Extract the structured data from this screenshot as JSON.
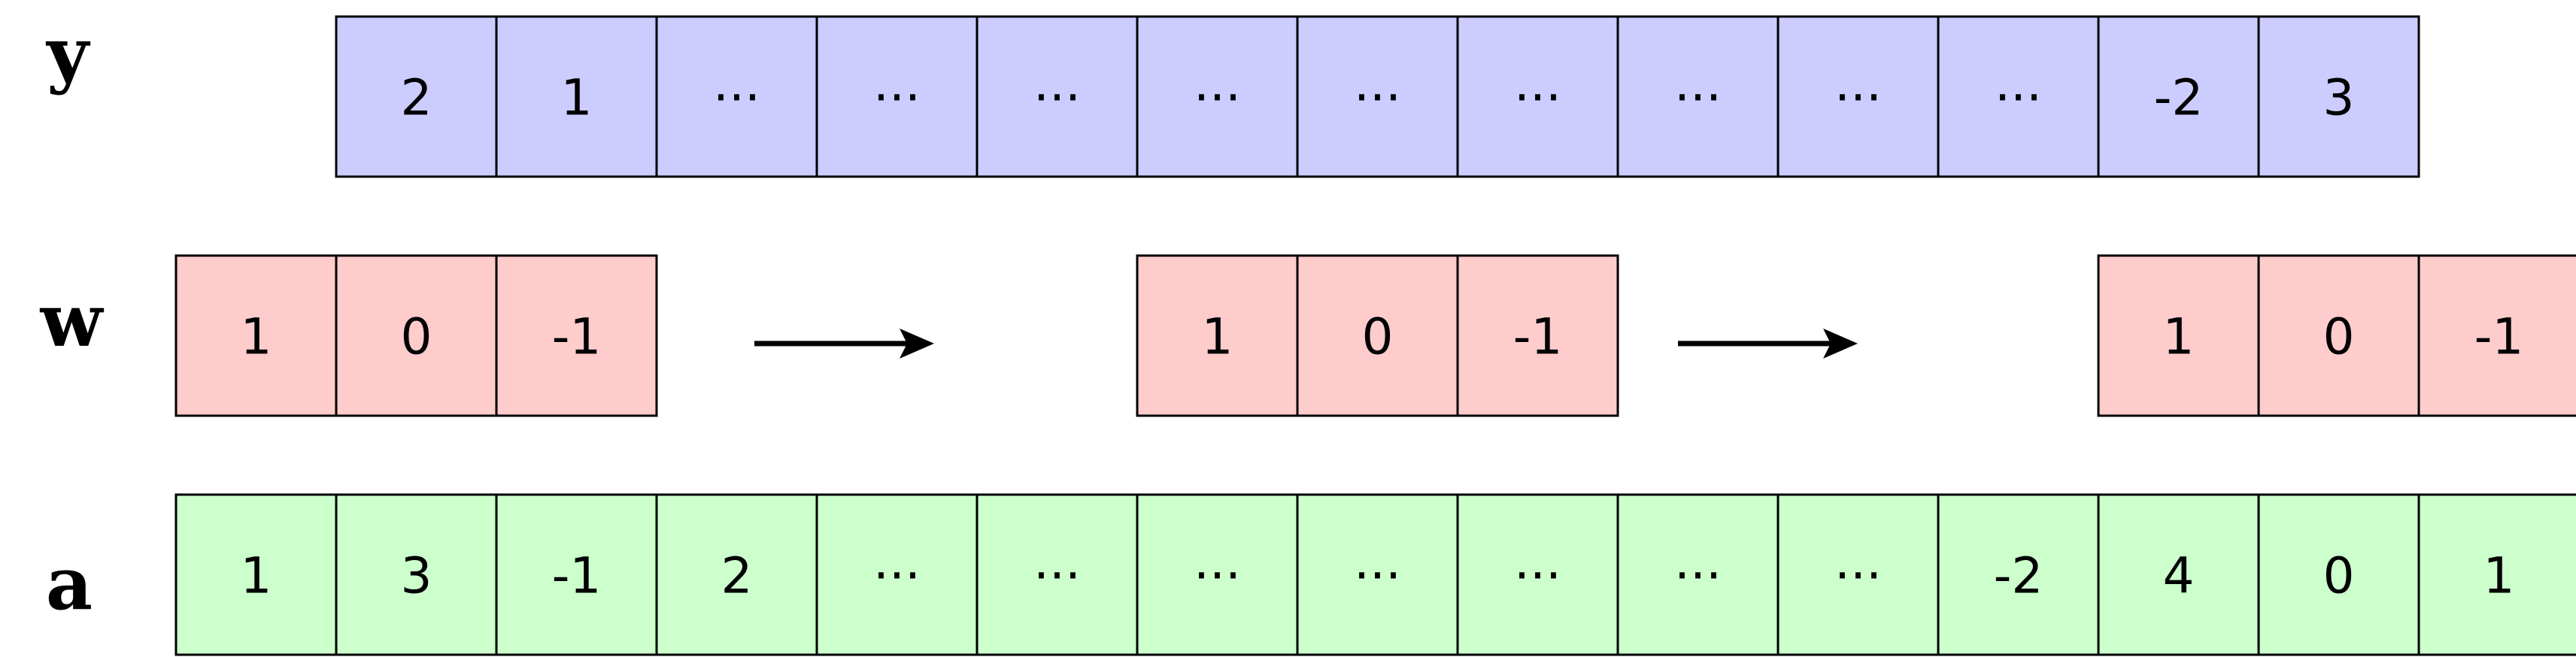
{
  "colors": {
    "y": "#ccccff",
    "w": "#ffcccc",
    "a": "#ccffcc",
    "stroke": "#000000"
  },
  "rows": {
    "y": {
      "label": "y",
      "cells": [
        "2",
        "1",
        "···",
        "···",
        "···",
        "···",
        "···",
        "···",
        "···",
        "···",
        "···",
        "-2",
        "3"
      ]
    },
    "w": {
      "label": "w",
      "kernel_copies": [
        [
          "1",
          "0",
          "-1"
        ],
        [
          "1",
          "0",
          "-1"
        ],
        [
          "1",
          "0",
          "-1"
        ]
      ]
    },
    "a": {
      "label": "a",
      "cells": [
        "1",
        "3",
        "-1",
        "2",
        "···",
        "···",
        "···",
        "···",
        "···",
        "···",
        "···",
        "-2",
        "4",
        "0",
        "1"
      ]
    }
  },
  "arrows": [
    "arrow-1",
    "arrow-2"
  ]
}
